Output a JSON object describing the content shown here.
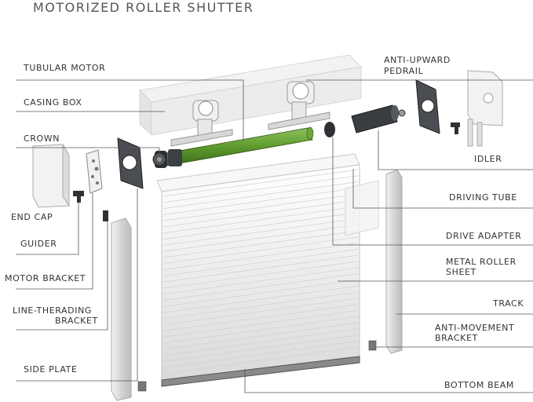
{
  "title": "MOTORIZED ROLLER SHUTTER",
  "labels": {
    "tubular_motor": "TUBULAR MOTOR",
    "casing_box": "CASING BOX",
    "crown": "CROWN",
    "end_cap": "END CAP",
    "guider": "GUIDER",
    "motor_bracket": "MOTOR BRACKET",
    "line_threading_bracket_1": "LINE-THERADING",
    "line_threading_bracket_2": "BRACKET",
    "side_plate": "SIDE PLATE",
    "anti_upward_pedrail_1": "ANTI-UPWARD",
    "anti_upward_pedrail_2": "PEDRAIL",
    "idler": "IDLER",
    "driving_tube": "DRIVING TUBE",
    "drive_adapter": "DRIVE ADAPTER",
    "metal_roller_sheet_1": "METAL ROLLER",
    "metal_roller_sheet_2": "SHEET",
    "track": "TRACK",
    "anti_movement_bracket_1": "ANTI-MOVEMENT",
    "anti_movement_bracket_2": "BRACKET",
    "bottom_beam": "BOTTOM BEAM"
  },
  "colors": {
    "motor_green": "#5e9a2e",
    "line": "#555555",
    "metal": "#e6e6e6",
    "dark_part": "#3a3d42"
  }
}
